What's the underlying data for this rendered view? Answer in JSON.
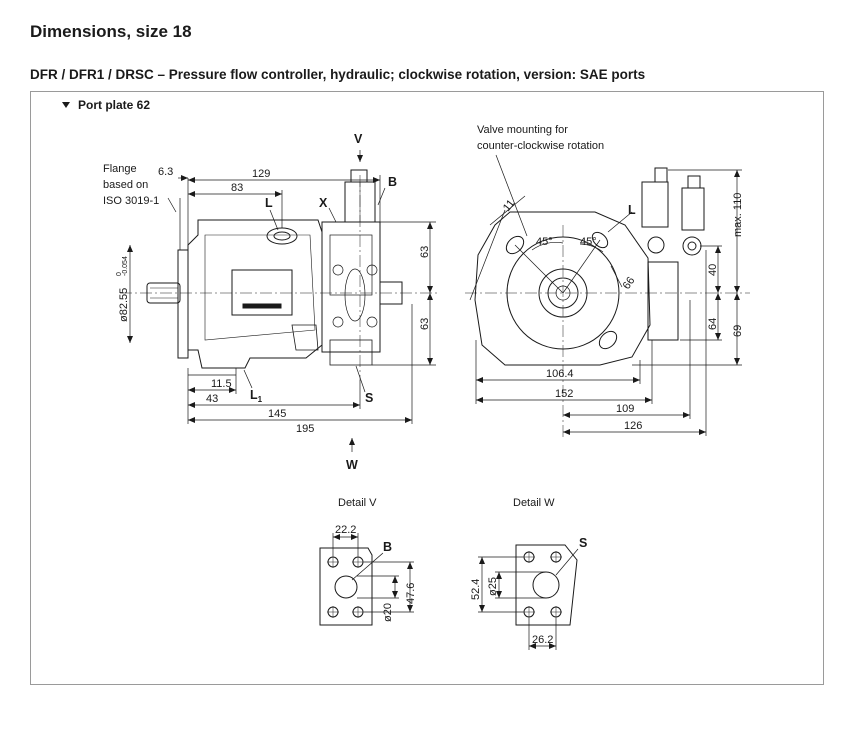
{
  "title": "Dimensions, size 18",
  "subtitle": "DFR / DFR1 / DRSC – Pressure flow controller, hydraulic; clockwise rotation, version: SAE ports",
  "section": "Port plate 62",
  "side_view": {
    "flange_note": [
      "Flange",
      "based on",
      "ISO 3019-1"
    ],
    "dims": {
      "d6_3": "6.3",
      "d129": "129",
      "d83": "83",
      "d63a": "63",
      "d63b": "63",
      "d11_5": "11.5",
      "d43": "43",
      "d145": "145",
      "d195": "195",
      "pilot": "ø82.55",
      "tol_top": "0",
      "tol_bottom": "-0.054"
    },
    "labels": {
      "V": "V",
      "B": "B",
      "X": "X",
      "L": "L",
      "L1": "L",
      "L1_sub": "1",
      "S": "S",
      "W": "W"
    }
  },
  "front_view": {
    "valve_note": [
      "Valve mounting for",
      "counter-clockwise rotation"
    ],
    "dims": {
      "d11": "11",
      "a45a": "45°",
      "a45b": "45°",
      "d66": "66",
      "d106_4": "106.4",
      "d152": "152",
      "d109": "109",
      "d126": "126",
      "d40": "40",
      "d64": "64",
      "d69": "69",
      "max110": "max. 110"
    },
    "labels": {
      "L": "L"
    }
  },
  "detail_v": {
    "title": "Detail V",
    "label": "B",
    "dims": {
      "d22_2": "22.2",
      "d47_6": "47.6",
      "d20": "ø20"
    }
  },
  "detail_w": {
    "title": "Detail W",
    "label": "S",
    "dims": {
      "d52_4": "52.4",
      "d25": "ø25",
      "d26_2": "26.2"
    }
  }
}
